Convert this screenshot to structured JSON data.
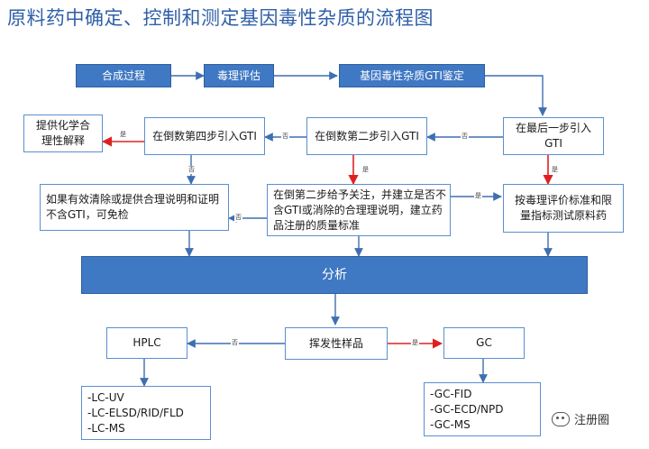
{
  "title": "原料药中确定、控制和测定基因毒性杂质的流程图",
  "nodes": {
    "synthesis": "合成过程",
    "tox_eval": "毒理评估",
    "gti_identify": "基因毒性杂质GTI鉴定",
    "last_step": "在最后一步引入GTI",
    "second_last": "在倒数第二步引入GTI",
    "fourth_last": "在倒数第四步引入GTI",
    "chem_explain": "提供化学合理性解释",
    "effective_clear": "如果有效清除或提供合理说明和证明不含GTI，可免检",
    "focus_second": "在倒第二步给予关注，并建立是否不含GTI或消除的合理理说明，建立药品注册的质量标准",
    "tox_standard": "按毒理评价标准和限量指标测试原料药",
    "analysis": "分析",
    "volatile": "挥发性样品",
    "hplc": "HPLC",
    "gc": "GC"
  },
  "hplc_methods": [
    "-LC-UV",
    "-LC-ELSD/RID/FLD",
    "-LC-MS"
  ],
  "gc_methods": [
    "-GC-FID",
    "-GC-ECD/NPD",
    "-GC-MS"
  ],
  "labels": {
    "yes": "是",
    "no": "否"
  },
  "watermark": {
    "text": "注册圈"
  },
  "colors": {
    "title": "#2f5fa8",
    "box_fill": "#3f78c3",
    "box_border": "#5b8fd0",
    "arrow": "#3f6fb0",
    "yes_arrow": "#e02020"
  }
}
